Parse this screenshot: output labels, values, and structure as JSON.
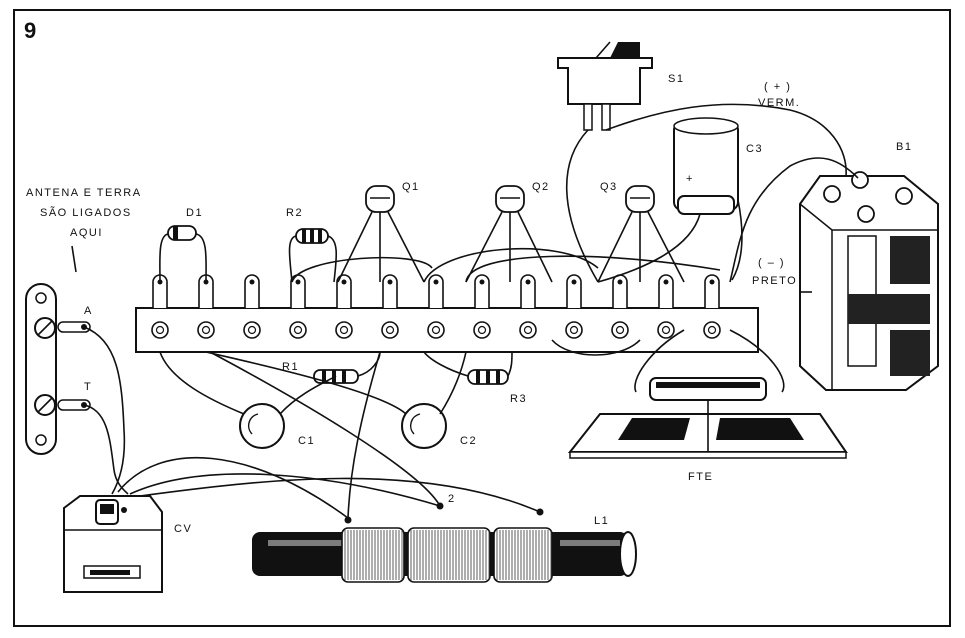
{
  "figure_number": "9",
  "labels": {
    "antenna_note": [
      "ANTENA E TERRA",
      "SÃO  LIGADOS",
      "AQUI"
    ],
    "terminal_a": "A",
    "terminal_t": "T",
    "d1": "D1",
    "r1": "R1",
    "r2": "R2",
    "r3": "R3",
    "q1": "Q1",
    "q2": "Q2",
    "q3": "Q3",
    "s1": "S1",
    "c1": "C1",
    "c2": "C2",
    "c3": "C3",
    "c3_polarity": "+",
    "b1": "B1",
    "positive": [
      "( + )",
      "VERM."
    ],
    "negative": [
      "( – )",
      "PRETO"
    ],
    "fte": "FTE",
    "cv": "CV",
    "l1": "L1",
    "tap_2": "2"
  }
}
